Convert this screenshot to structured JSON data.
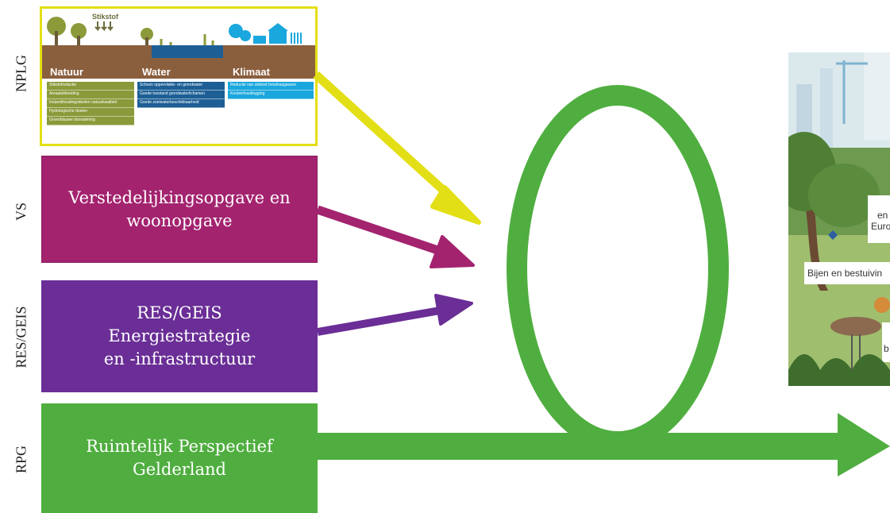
{
  "side_labels": {
    "nplg": "NPLG",
    "vs": "VS",
    "res_geis": "RES/GEIS",
    "rpg": "RPG"
  },
  "boxes": {
    "vs": [
      "Verstedelijkingsopgave en",
      "woonopgave"
    ],
    "res_geis": [
      "RES/GEIS",
      "Energiestrategie",
      "en -infrastructuur"
    ],
    "rpg": [
      "Ruimtelijk Perspectief",
      "Gelderland"
    ]
  },
  "nplg_image": {
    "stikstof": "Stikstof",
    "columns": [
      {
        "title": "Natuur",
        "color": "#8a9a3a",
        "rows": [
          "Stikstofreductie",
          "Areaaluitbreiding",
          "Instandhoudingsdoelen natuurkwaliteit",
          "Hydrologische doelen",
          "Groenblauwe dooradering"
        ]
      },
      {
        "title": "Water",
        "color": "#1d5f95",
        "rows": [
          "Schoon oppervlakte- en grondwater",
          "Goede toestand grondwaterlichamen",
          "Goede zoetwaterbeschikbaarheid"
        ]
      },
      {
        "title": "Klimaat",
        "color": "#1aa7dd",
        "rows": [
          "Reductie van uitstoot broeikasgassen",
          "Koolstofvastlegging"
        ]
      }
    ]
  },
  "illustration_text": {
    "line1": "en",
    "line2": "Euro",
    "line3": "Bijen en bestuivin",
    "line4": "b"
  },
  "colors": {
    "nplg_arrow": "#e3df16",
    "vs": "#a3236f",
    "res": "#6a2e96",
    "rpg": "#4fae3f"
  }
}
